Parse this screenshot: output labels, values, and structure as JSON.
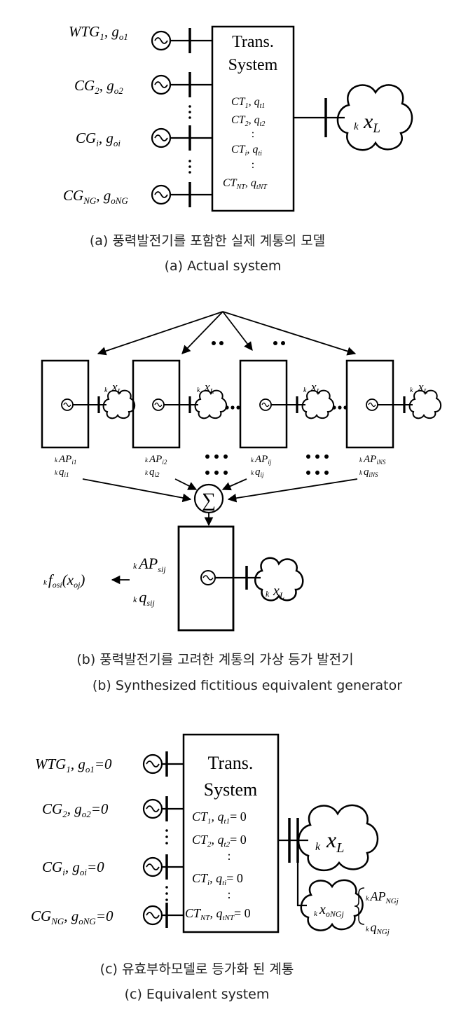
{
  "panel_a": {
    "generators": [
      {
        "name": "WTG",
        "name_sub": "1",
        "param": "g",
        "param_sub": "o1"
      },
      {
        "name": "CG",
        "name_sub": "2",
        "param": "g",
        "param_sub": "o2"
      },
      {
        "name": "CG",
        "name_sub": "i",
        "param": "g",
        "param_sub": "oi"
      },
      {
        "name": "CG",
        "name_sub": "NG",
        "param": "g",
        "param_sub": "oNG"
      }
    ],
    "box_title_1": "Trans.",
    "box_title_2": "System",
    "ct": [
      {
        "name": "CT",
        "sub": "1",
        "q": "q",
        "qsub": "t1"
      },
      {
        "name": "CT",
        "sub": "2",
        "q": "q",
        "qsub": "t2"
      },
      {
        "name": "CT",
        "sub": "i",
        "q": "q",
        "qsub": "ti"
      },
      {
        "name": "CT",
        "sub": "NT",
        "q": "q",
        "qsub": "tNT"
      }
    ],
    "load_k": "k",
    "load_x": "x",
    "load_sub": "L",
    "caption_kr": "(a) 풍력발전기를 포함한 실제 계통의 모델",
    "caption_en": "(a) Actual system"
  },
  "panel_b": {
    "units": [
      {
        "ap": "AP",
        "ap_sub": "i1",
        "q": "q",
        "q_sub": "i1"
      },
      {
        "ap": "AP",
        "ap_sub": "i2",
        "q": "q",
        "q_sub": "i2"
      },
      {
        "ap": "AP",
        "ap_sub": "ij",
        "q": "q",
        "q_sub": "ij"
      },
      {
        "ap": "AP",
        "ap_sub": "iNS",
        "q": "q",
        "q_sub": "iNS"
      }
    ],
    "k": "k",
    "load_x": "x",
    "load_sub": "L",
    "sum_symbol": "∑",
    "eq_ap": "AP",
    "eq_ap_sub": "sij",
    "eq_q": "q",
    "eq_q_sub": "sij",
    "f_label": "f",
    "f_sub": "osi",
    "f_arg": "(x",
    "f_arg_sub": "oj",
    "f_close": ")",
    "caption_kr": "(b) 풍력발전기를 고려한 계통의 가상 등가 발전기",
    "caption_en": "(b) Synthesized fictitious equivalent generator"
  },
  "panel_c": {
    "generators": [
      {
        "name": "WTG",
        "name_sub": "1",
        "param": "g",
        "param_sub": "o1",
        "eq": "=0"
      },
      {
        "name": "CG",
        "name_sub": "2",
        "param": "g",
        "param_sub": "o2",
        "eq": "=0"
      },
      {
        "name": "CG",
        "name_sub": "i",
        "param": "g",
        "param_sub": "oi",
        "eq": "=0"
      },
      {
        "name": "CG",
        "name_sub": "NG",
        "param": "g",
        "param_sub": "oNG",
        "eq": "=0"
      }
    ],
    "box_title_1": "Trans.",
    "box_title_2": "System",
    "ct": [
      {
        "name": "CT",
        "sub": "1",
        "q": "q",
        "qsub": "t1",
        "eq": "= 0"
      },
      {
        "name": "CT",
        "sub": "2",
        "q": "q",
        "qsub": "t2",
        "eq": "= 0"
      },
      {
        "name": "CT",
        "sub": "i",
        "q": "q",
        "qsub": "ti",
        "eq": "= 0"
      },
      {
        "name": "CT",
        "sub": "NT",
        "q": "q",
        "qsub": "tNT",
        "eq": "= 0"
      }
    ],
    "k": "k",
    "load_x": "x",
    "load_sub": "L",
    "eq_load_x": "x",
    "eq_load_sub": "oNGj",
    "ap": "AP",
    "ap_sub": "NGj",
    "q": "q",
    "q_sub": "NGj",
    "caption_kr": "(c) 유효부하모델로 등가화 된 계통",
    "caption_en": "(c) Equivalent system"
  }
}
